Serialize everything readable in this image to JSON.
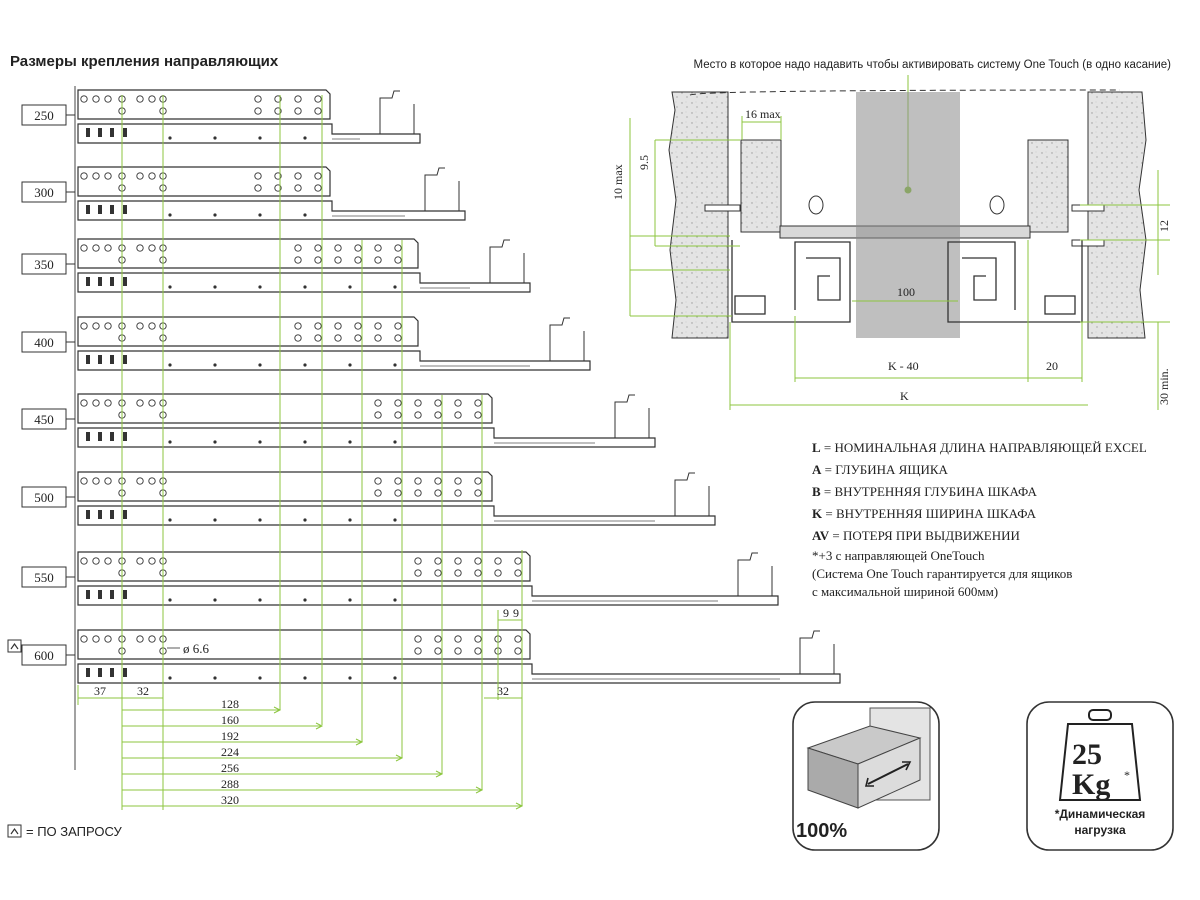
{
  "title": "Размеры крепления направляющих",
  "sizes": [
    "250",
    "300",
    "350",
    "400",
    "450",
    "500",
    "550",
    "600"
  ],
  "on_request_icon": "chevron-up-icon",
  "on_request_note": "= ПО ЗАПРОСУ",
  "hole_diameter": "ø 6.6",
  "front_offsets": {
    "a": "37",
    "b": "32",
    "rear": "32",
    "gap1": "9",
    "gap2": "9"
  },
  "hole_dimensions": [
    "128",
    "160",
    "192",
    "224",
    "256",
    "288",
    "320"
  ],
  "cross_section": {
    "caption": "Место в которое надо надавить чтобы активировать систему One Touch (в одно касание)",
    "dim_16max": "16 max",
    "dim_10max": "10 max",
    "dim_9_5": "9.5",
    "dim_12": "12",
    "dim_100": "100",
    "dim_k40": "K - 40",
    "dim_20": "20",
    "dim_k": "K",
    "dim_30min": "30 min."
  },
  "legend": [
    {
      "key": "L",
      "text": " = НОМИНАЛЬНАЯ ДЛИНА НАПРАВЛЯЮЩЕЙ EXCEL"
    },
    {
      "key": "A",
      "text": " = ГЛУБИНА ЯЩИКА"
    },
    {
      "key": "B",
      "text": " = ВНУТРЕННЯЯ ГЛУБИНА ШКАФА"
    },
    {
      "key": "K",
      "text": " = ВНУТРЕННЯЯ ШИРИНА ШКАФА"
    },
    {
      "key": "AV",
      "text": " = ПОТЕРЯ ПРИ ВЫДВИЖЕНИИ"
    }
  ],
  "notes": [
    "*+3 с направляющей OneTouch",
    "(Система One Touch гарантируется для ящиков",
    "с максимальной шириной 600мм)"
  ],
  "badge_extension": {
    "icon": "drawer-icon",
    "label": "100%"
  },
  "badge_load": {
    "icon": "weight-icon",
    "weight_num": "25",
    "weight_unit": "Kg",
    "star": "*",
    "caption_1": "*Динамическая",
    "caption_2": "нагрузка"
  },
  "colors": {
    "accent": "#8cc63f",
    "line": "#333333",
    "board": "#d9d9d9",
    "stone": "#e3e3e3"
  }
}
